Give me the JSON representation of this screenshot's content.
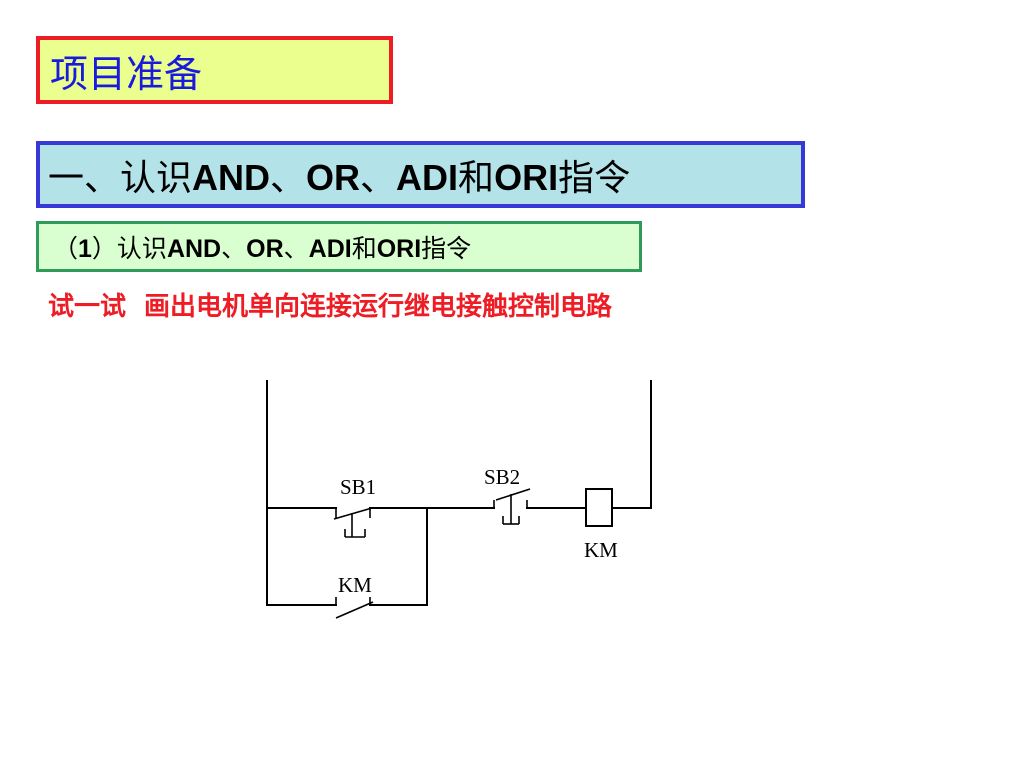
{
  "header": {
    "project_title": "项目准备"
  },
  "section": {
    "title_prefix": "一、认识",
    "title_and": "AND",
    "title_sep1": "、",
    "title_or": "OR",
    "title_sep2": "、",
    "title_adi": "ADI",
    "title_he": "和",
    "title_ori": "ORI",
    "title_suffix": "指令"
  },
  "subsection": {
    "title_prefix": "（",
    "title_num": "1",
    "title_mid": "）认识",
    "title_and": "AND",
    "title_sep1": "、",
    "title_or": "OR",
    "title_sep2": "、",
    "title_adi": "ADI",
    "title_he": "和",
    "title_ori": "ORI",
    "title_suffix": "指令"
  },
  "task": {
    "label": "试一试",
    "text": "画出电机单向连接运行继电接触控制电路"
  },
  "diagram": {
    "labels": {
      "sb1": "SB1",
      "sb2": "SB2",
      "km_coil": "KM",
      "km_contact": "KM"
    }
  },
  "colors": {
    "project_border": "#ee1c24",
    "project_fill": "#eaff8e",
    "project_text": "#1a1adc",
    "section_border": "#3838d6",
    "section_fill": "#b3e3e8",
    "sub_border": "#2f9a5a",
    "sub_fill": "#d9ffd0",
    "task_text": "#ee1c24"
  }
}
